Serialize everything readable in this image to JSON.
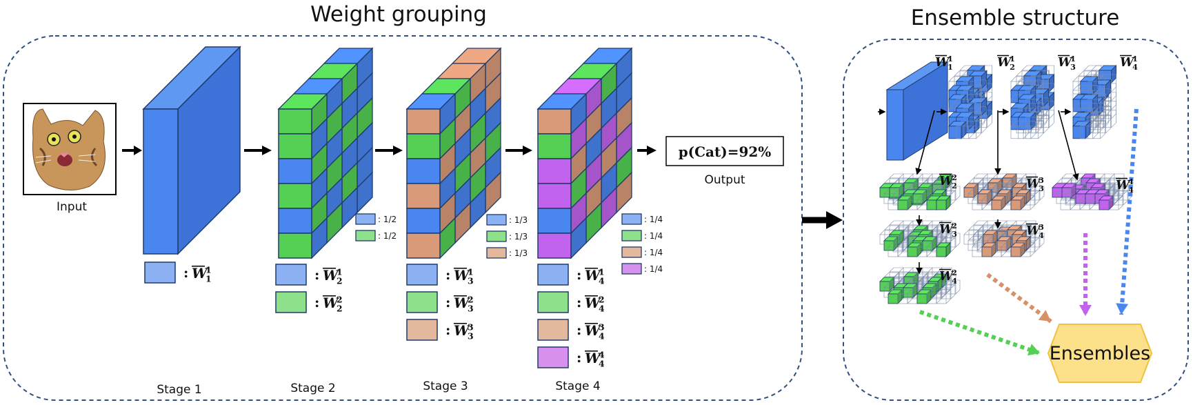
{
  "titles": {
    "left": "Weight grouping",
    "right": "Ensemble structure"
  },
  "input_label": "Input",
  "output": {
    "text": "p(Cat)=92%",
    "label": "Output"
  },
  "stages": [
    "Stage 1",
    "Stage 2",
    "Stage 3",
    "Stage 4"
  ],
  "legend": {
    "stage1": [
      ":"
    ],
    "stage2": [
      ": 1/2",
      ": 1/2"
    ],
    "stage3": [
      ": 1/3",
      ": 1/3",
      ": 1/3"
    ],
    "stage4": [
      ": 1/4",
      ": 1/4",
      ": 1/4",
      ": 1/4"
    ]
  },
  "weight_symbol": "W",
  "weights": {
    "stage1": [
      {
        "sup": "1",
        "sub": "1"
      }
    ],
    "stage2": [
      {
        "sup": "1",
        "sub": "2"
      },
      {
        "sup": "2",
        "sub": "2"
      }
    ],
    "stage3": [
      {
        "sup": "1",
        "sub": "3"
      },
      {
        "sup": "2",
        "sub": "3"
      },
      {
        "sup": "3",
        "sub": "3"
      }
    ],
    "stage4": [
      {
        "sup": "1",
        "sub": "4"
      },
      {
        "sup": "2",
        "sub": "4"
      },
      {
        "sup": "3",
        "sub": "4"
      },
      {
        "sup": "4",
        "sub": "4"
      }
    ]
  },
  "ensemble_labels": {
    "row1": [
      {
        "sup": "1",
        "sub": "1"
      },
      {
        "sup": "1",
        "sub": "2"
      },
      {
        "sup": "1",
        "sub": "3"
      },
      {
        "sup": "1",
        "sub": "4"
      }
    ],
    "green": [
      {
        "sup": "2",
        "sub": "2"
      },
      {
        "sup": "2",
        "sub": "3"
      },
      {
        "sup": "2",
        "sub": "4"
      }
    ],
    "orange": [
      {
        "sup": "3",
        "sub": "3"
      },
      {
        "sup": "3",
        "sub": "4"
      }
    ],
    "purple": [
      {
        "sup": "4",
        "sub": "4"
      }
    ]
  },
  "ensembles_label": "Ensembles",
  "colors": {
    "blue": "#4a86f0",
    "green": "#55d055",
    "orange": "#d89a78",
    "purple": "#c263ee",
    "blue_light": "#8cb2f4",
    "green_light": "#8ee08a",
    "orange_light": "#e3b89c",
    "purple_light": "#d890ee",
    "dashed_border": "#2f4f7f"
  }
}
